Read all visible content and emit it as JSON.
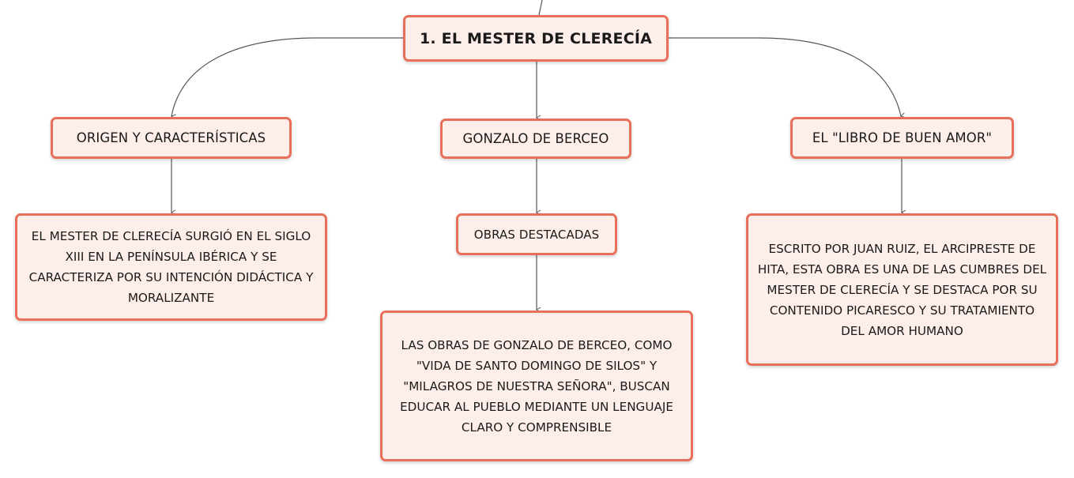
{
  "mindmap": {
    "root": {
      "title": "1. EL MESTER DE CLERECÍA"
    },
    "branches": [
      {
        "label": "ORIGEN Y CARACTERÍSTICAS",
        "detail": "EL MESTER DE CLERECÍA SURGIÓ EN EL SIGLO XIII EN LA PENÍNSULA IBÉRICA Y SE CARACTERIZA POR SU INTENCIÓN DIDÁCTICA Y MORALIZANTE"
      },
      {
        "label": "GONZALO DE BERCEO",
        "subtopic": "OBRAS DESTACADAS",
        "detail": "LAS OBRAS DE GONZALO DE BERCEO, COMO \"VIDA DE SANTO DOMINGO DE SILOS\" Y \"MILAGROS DE NUESTRA SEÑORA\", BUSCAN EDUCAR AL PUEBLO MEDIANTE UN LENGUAJE CLARO Y COMPRENSIBLE"
      },
      {
        "label": "EL \"LIBRO DE BUEN AMOR\"",
        "detail": "ESCRITO POR JUAN RUIZ, EL ARCIPRESTE DE HITA, ESTA OBRA ES UNA DE LAS CUMBRES DEL MESTER DE CLERECÍA Y SE DESTACA POR SU CONTENIDO PICARESCO Y SU TRATAMIENTO DEL AMOR HUMANO"
      }
    ]
  },
  "colors": {
    "node_border": "#e8705a",
    "node_fill": "#fdeeea",
    "connector": "#555555"
  }
}
